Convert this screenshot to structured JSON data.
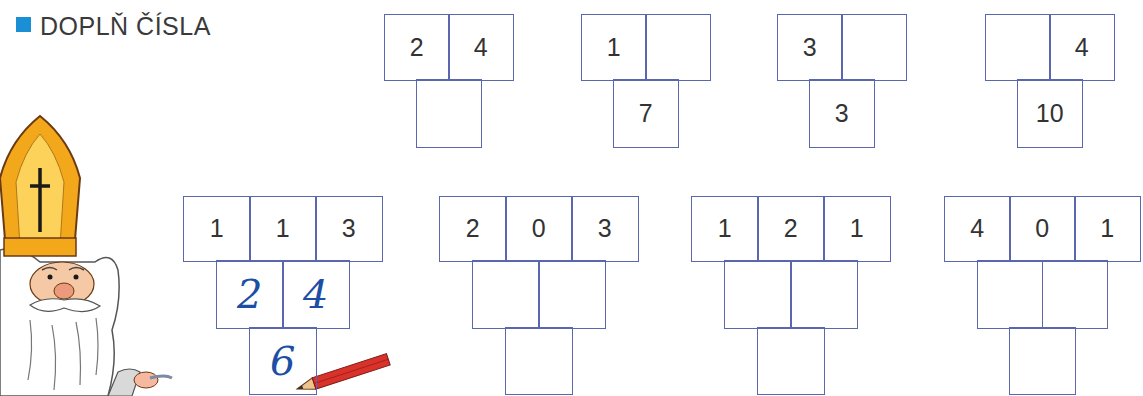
{
  "diagram": {
    "title": "DOPLŇ ČÍSLA",
    "nodes": [
      {
        "text": [
          "2"
        ]
      },
      {
        "text": [
          "4"
        ]
      },
      {
        "text": []
      },
      {
        "text": [
          "1"
        ]
      },
      {
        "text": []
      },
      {
        "text": [
          "7"
        ]
      },
      {
        "text": [
          "3"
        ]
      },
      {
        "text": []
      },
      {
        "text": [
          "3"
        ]
      },
      {
        "text": []
      },
      {
        "text": [
          "4"
        ]
      },
      {
        "text": [
          "10"
        ]
      },
      {
        "text": [
          "1"
        ]
      },
      {
        "text": [
          "1"
        ]
      },
      {
        "text": [
          "3"
        ]
      },
      {
        "text": [
          "2"
        ]
      },
      {
        "text": [
          "4"
        ]
      },
      {
        "text": [
          "6"
        ]
      },
      {
        "text": [
          "2"
        ]
      },
      {
        "text": [
          "0"
        ]
      },
      {
        "text": [
          "3"
        ]
      },
      {
        "text": []
      },
      {
        "text": []
      },
      {
        "text": []
      },
      {
        "text": [
          "1"
        ]
      },
      {
        "text": [
          "2"
        ]
      },
      {
        "text": [
          "1"
        ]
      },
      {
        "text": []
      },
      {
        "text": []
      },
      {
        "text": []
      },
      {
        "text": [
          "4"
        ]
      },
      {
        "text": [
          "0"
        ]
      },
      {
        "text": [
          "1"
        ]
      },
      {
        "text": []
      },
      {
        "text": []
      },
      {
        "text": []
      }
    ]
  }
}
